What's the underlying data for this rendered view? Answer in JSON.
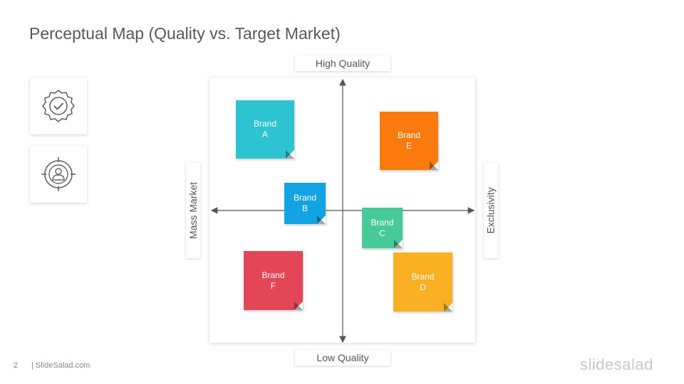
{
  "slide": {
    "title": "Perceptual Map (Quality vs. Target Market)",
    "page_number": "2",
    "source": "| SlideSalad.com",
    "logo_text": "slidesalad"
  },
  "icons": [
    {
      "name": "quality-badge-icon"
    },
    {
      "name": "target-audience-icon"
    }
  ],
  "axes": {
    "top": "High Quality",
    "bottom": "Low Quality",
    "left": "Mass Market",
    "right": "Exclusivity"
  },
  "brands": {
    "a": {
      "line1": "Brand",
      "line2": "A",
      "color": "#2ec4d2"
    },
    "b": {
      "line1": "Brand",
      "line2": "B",
      "color": "#12a3e3"
    },
    "c": {
      "line1": "Brand",
      "line2": "C",
      "color": "#48c99a"
    },
    "d": {
      "line1": "Brand",
      "line2": "D",
      "color": "#f9b022"
    },
    "e": {
      "line1": "Brand",
      "line2": "E",
      "color": "#fa7a0e"
    },
    "f": {
      "line1": "Brand",
      "line2": "F",
      "color": "#e34657"
    }
  }
}
